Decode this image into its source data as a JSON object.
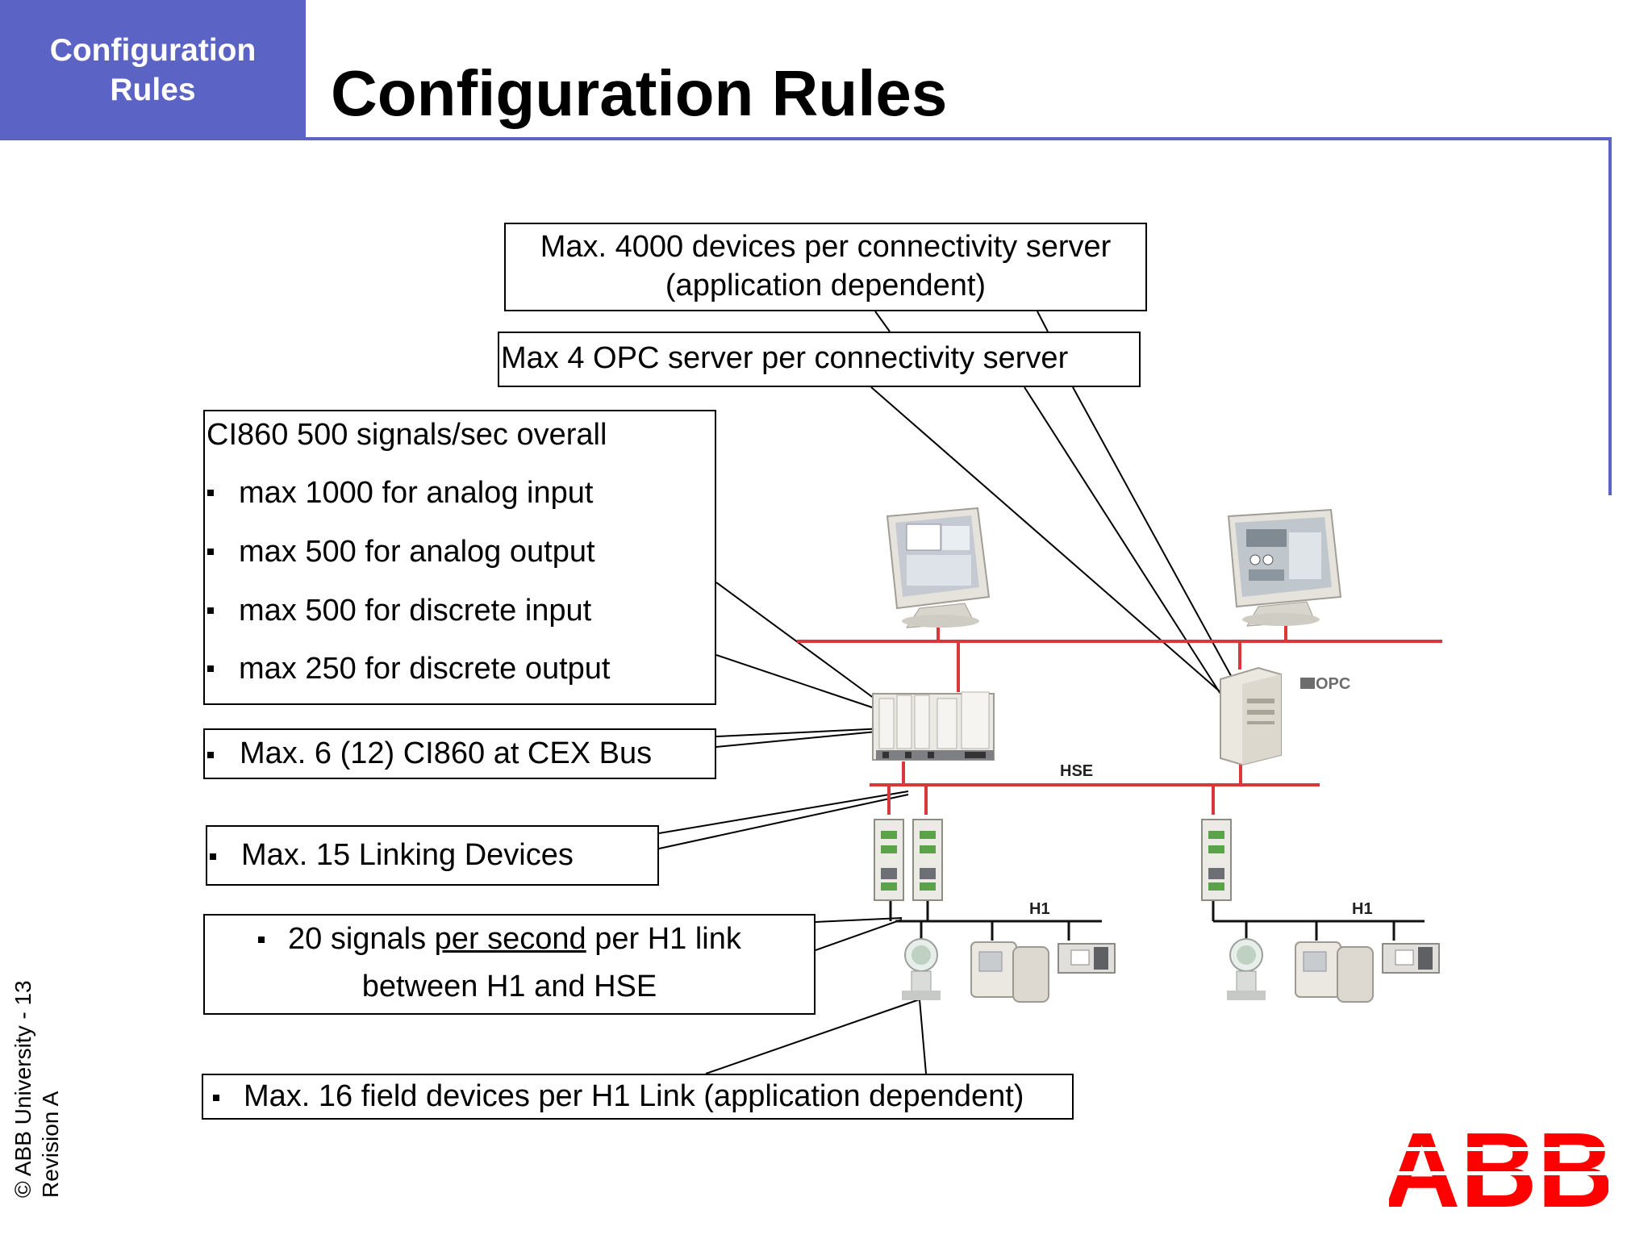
{
  "header": {
    "tab_line1": "Configuration",
    "tab_line2": "Rules",
    "title": "Configuration Rules"
  },
  "footer": {
    "copyright": "© ABB University - 13",
    "revision": "Revision A"
  },
  "callouts": {
    "devices_line1": "Max. 4000 devices per connectivity server",
    "devices_line2": "(application dependent)",
    "opc": "Max 4 OPC server per connectivity server",
    "ci860_head": "CI860 500 signals/sec overall",
    "ci860_items": [
      "max 1000 for analog input",
      "max 500 for analog output",
      "max 500 for discrete input",
      "max 250 for discrete output"
    ],
    "cex": "Max. 6 (12) CI860 at CEX Bus",
    "linking": "Max. 15 Linking Devices",
    "signals_pre": "20 signals ",
    "signals_underlined": "per second",
    "signals_post": " per H1 link",
    "signals_line2": "between H1 and HSE",
    "field": "Max. 16 field devices per H1 Link (application dependent)"
  },
  "diagram": {
    "hse_label": "HSE",
    "h1_label_left": "H1",
    "h1_label_right": "H1",
    "opc_logo": "OPC"
  },
  "logo": {
    "text": "ABB"
  },
  "colors": {
    "accent": "#5b63c4",
    "network": "#d9383a",
    "abb_red": "#ff0000"
  }
}
